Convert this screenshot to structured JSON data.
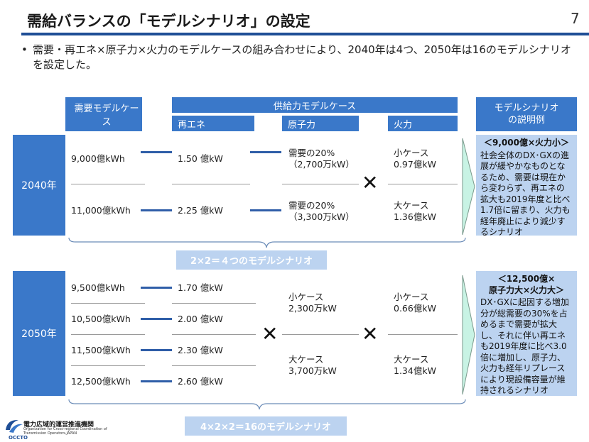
{
  "page": {
    "title": "需給バランスの「モデルシナリオ」の設定",
    "page_number": "7",
    "bullet": "需要・再エネ×原子力×火力のモデルケースの組み合わせにより、2040年は4つ、2050年は16のモデルシナリオを設定した。"
  },
  "headers": {
    "demand": "需要モデルケース",
    "supply": "供給力モデルケース",
    "renewable": "再エネ",
    "nuclear": "原子力",
    "thermal": "火力",
    "scenario": "モデルシナリオ\nの説明例"
  },
  "y2040": {
    "label": "2040年",
    "demand": [
      "9,000億kWh",
      "11,000億kWh"
    ],
    "renewable": [
      "1.50 億kW",
      "2.25 億kW"
    ],
    "nuclear": [
      "需要の20%\n（2,700万kW）",
      "需要の20%\n（3,300万kW）"
    ],
    "thermal": [
      "小ケース\n0.97億kW",
      "大ケース\n1.36億kW"
    ],
    "summary": "2×2＝４つのモデルシナリオ",
    "desc_head": "＜9,000億×火力小＞",
    "desc_body": "社会全体のDX･GXの進展が緩やかなものとなるため、需要は現在から変わらず、再エネの拡大も2019年度と比べ1.7倍に留まり、火力も経年廃止により減少するシナリオ"
  },
  "y2050": {
    "label": "2050年",
    "demand": [
      "9,500億kWh",
      "10,500億kWh",
      "11,500億kWh",
      "12,500億kWh"
    ],
    "renewable": [
      "1.70 億kW",
      "2.00 億kW",
      "2.30 億kW",
      "2.60 億kW"
    ],
    "nuclear": [
      "小ケース\n2,300万kW",
      "大ケース\n3,700万kW"
    ],
    "thermal": [
      "小ケース\n0.66億kW",
      "大ケース\n1.34億kW"
    ],
    "summary": "4×2×2＝16のモデルシナリオ",
    "desc_head": "＜12,500億×\n原子力大×火力大＞",
    "desc_body": "DX･GXに起因する増加分が総需要の30%を占めるまで需要が拡大し、それに伴い再エネも2019年度に比べ3.0倍に増加し、原子力、火力も経年リプレースにより現設備容量が維持されるシナリオ"
  },
  "logo": {
    "name": "電力広域的運営推進機関",
    "sub": "Organization for Cross-regional Coordination of Transmission Operators,JAPAN",
    "mark": "OCCTO"
  },
  "symbols": {
    "times": "✕"
  },
  "colors": {
    "accent": "#3a78c9",
    "rule": "#1f4e96",
    "light": "#bcd3f0"
  }
}
